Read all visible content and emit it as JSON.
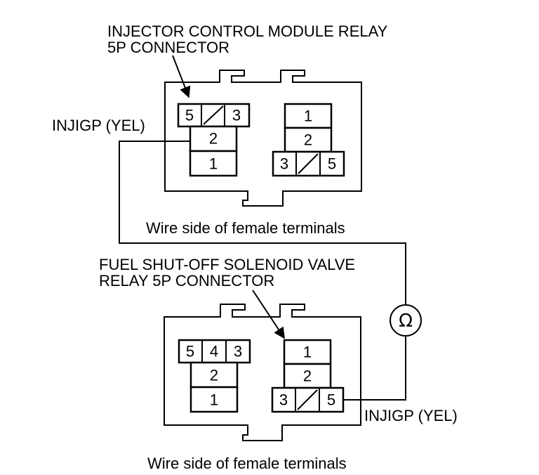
{
  "top_connector": {
    "title_line1": "INJECTOR CONTROL MODULE RELAY",
    "title_line2": "5P CONNECTOR",
    "wire_label": "INJIGP (YEL)",
    "side_label": "Wire side of female terminals",
    "left_block": {
      "row1": [
        "5",
        "3"
      ],
      "row2": "2",
      "row3": "1"
    },
    "right_block": {
      "row1": "1",
      "row2": "2",
      "row3": [
        "3",
        "5"
      ]
    }
  },
  "bottom_connector": {
    "title_line1": "FUEL SHUT-OFF SOLENOID VALVE",
    "title_line2": "RELAY 5P CONNECTOR",
    "wire_label": "INJIGP (YEL)",
    "side_label": "Wire side of female terminals",
    "left_block": {
      "row1": [
        "5",
        "4",
        "3"
      ],
      "row2": "2",
      "row3": "1"
    },
    "right_block": {
      "row1": "1",
      "row2": "2",
      "row3": [
        "3",
        "5"
      ]
    }
  },
  "meter_symbol": "Ω",
  "icons": {
    "meter": "ohmmeter-icon",
    "arrow": "arrow-icon"
  }
}
